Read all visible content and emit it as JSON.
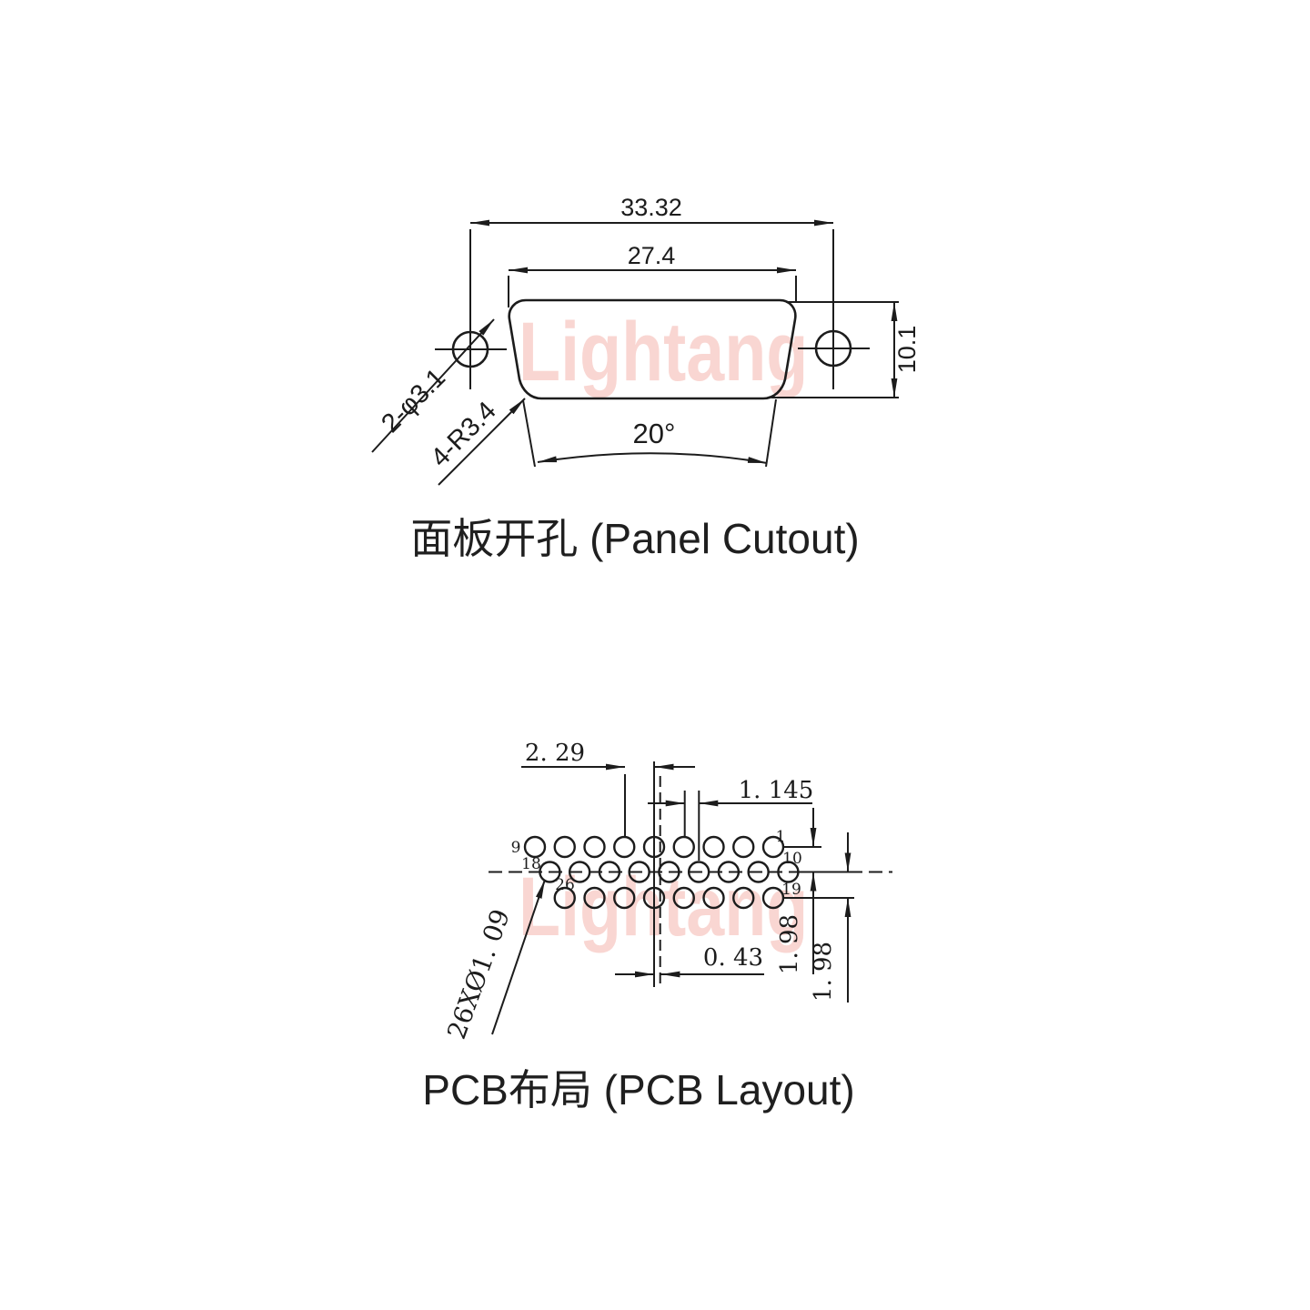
{
  "watermark": {
    "text": "Lightang",
    "color": "#f9d6d2"
  },
  "panel": {
    "caption": "面板开孔 (Panel Cutout)",
    "dim_overall_width": "33.32",
    "dim_cutout_width": "27.4",
    "dim_height": "10.1",
    "dim_angle": "20°",
    "label_mount_holes": "2-φ3.1",
    "label_corner_radius": "4-R3.4"
  },
  "pcb": {
    "caption": "PCB布局 (PCB Layout)",
    "dim_pitch": "2. 29",
    "dim_half_pitch": "1. 145",
    "dim_center_offset": "0. 43",
    "dim_row_gap_top": "1. 98",
    "dim_row_gap_bottom": "1. 98",
    "label_hole_spec": "26XØ1. 09",
    "pins": {
      "p1": "1",
      "p9": "9",
      "p10": "10",
      "p18": "18",
      "p19": "19",
      "p26": "26"
    }
  }
}
